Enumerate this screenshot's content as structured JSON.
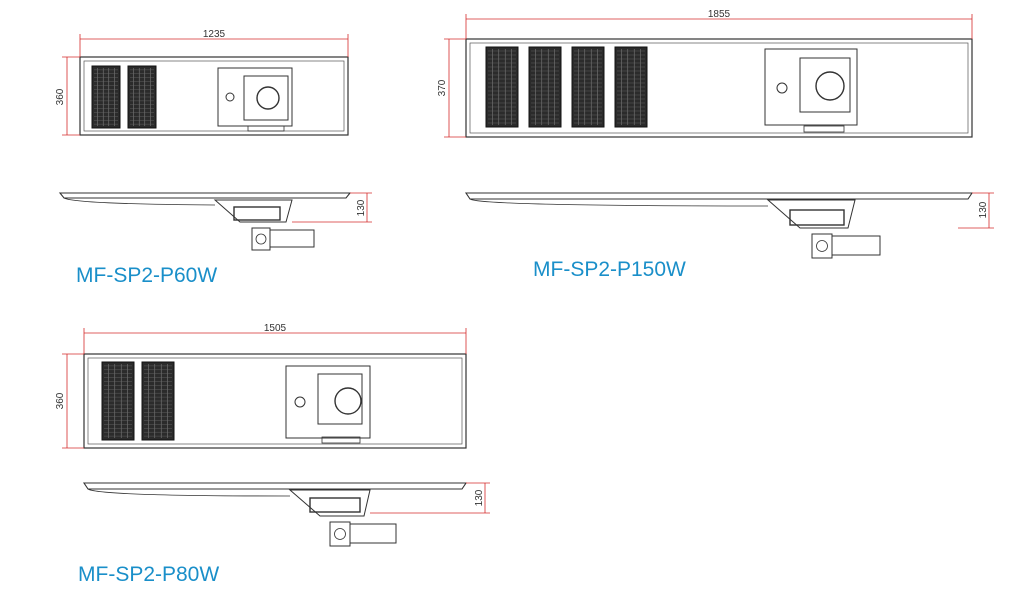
{
  "colors": {
    "outline": "#333333",
    "dimension": "#d42b2b",
    "label": "#1a8fc9",
    "panel_fill": "#2b2b2b"
  },
  "models": [
    {
      "name": "MF-SP2-P60W",
      "length": "1235",
      "width": "360",
      "height": "130",
      "led_modules": 2
    },
    {
      "name": "MF-SP2-P150W",
      "length": "1855",
      "width": "370",
      "height": "130",
      "led_modules": 4
    },
    {
      "name": "MF-SP2-P80W",
      "length": "1505",
      "width": "360",
      "height": "130",
      "led_modules": 2
    }
  ]
}
